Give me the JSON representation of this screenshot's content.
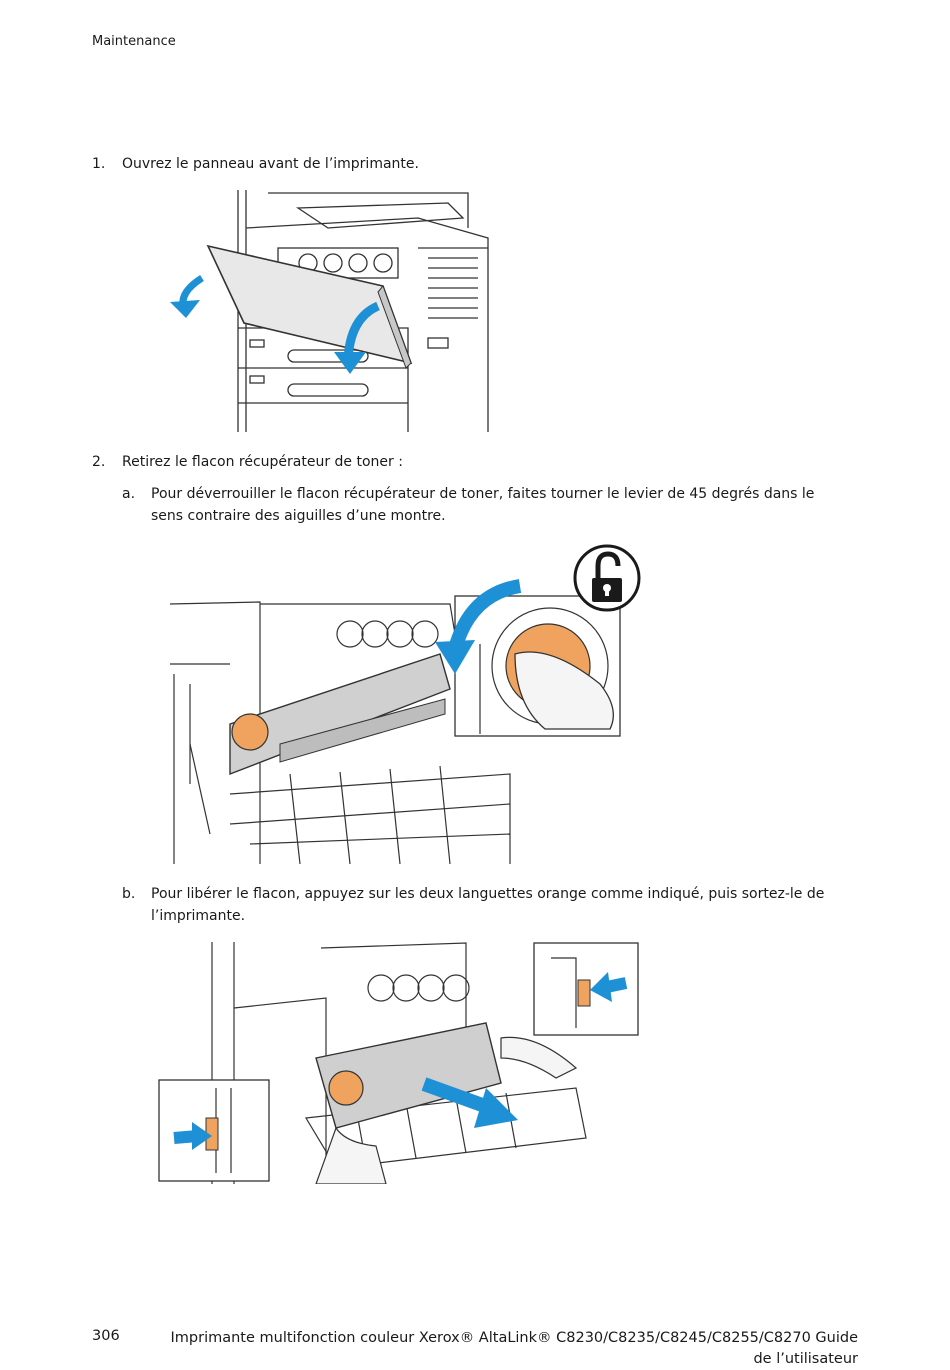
{
  "header": {
    "section": "Maintenance"
  },
  "steps": [
    {
      "number": "1.",
      "text": "Ouvrez le panneau avant de l’imprimante."
    },
    {
      "number": "2.",
      "text": "Retirez le flacon récupérateur de toner :",
      "substeps": [
        {
          "letter": "a.",
          "text": "Pour déverrouiller le flacon récupérateur de toner, faites tourner le levier de 45 degrés dans le sens contraire des aiguilles d’une montre."
        },
        {
          "letter": "b.",
          "text": "Pour libérer le flacon, appuyez sur les deux languettes orange comme indiqué, puis sortez-le de l’imprimante."
        }
      ]
    }
  ],
  "colors": {
    "arrow": "#1e90d6",
    "tab_orange": "#f0a35e",
    "line": "#333333"
  },
  "icons": {
    "unlock": "unlock-icon"
  },
  "footer": {
    "page_number": "306",
    "title": "Imprimante multifonction couleur Xerox® AltaLink® C8230/C8235/C8245/C8255/C8270 Guide de l’utilisateur"
  }
}
